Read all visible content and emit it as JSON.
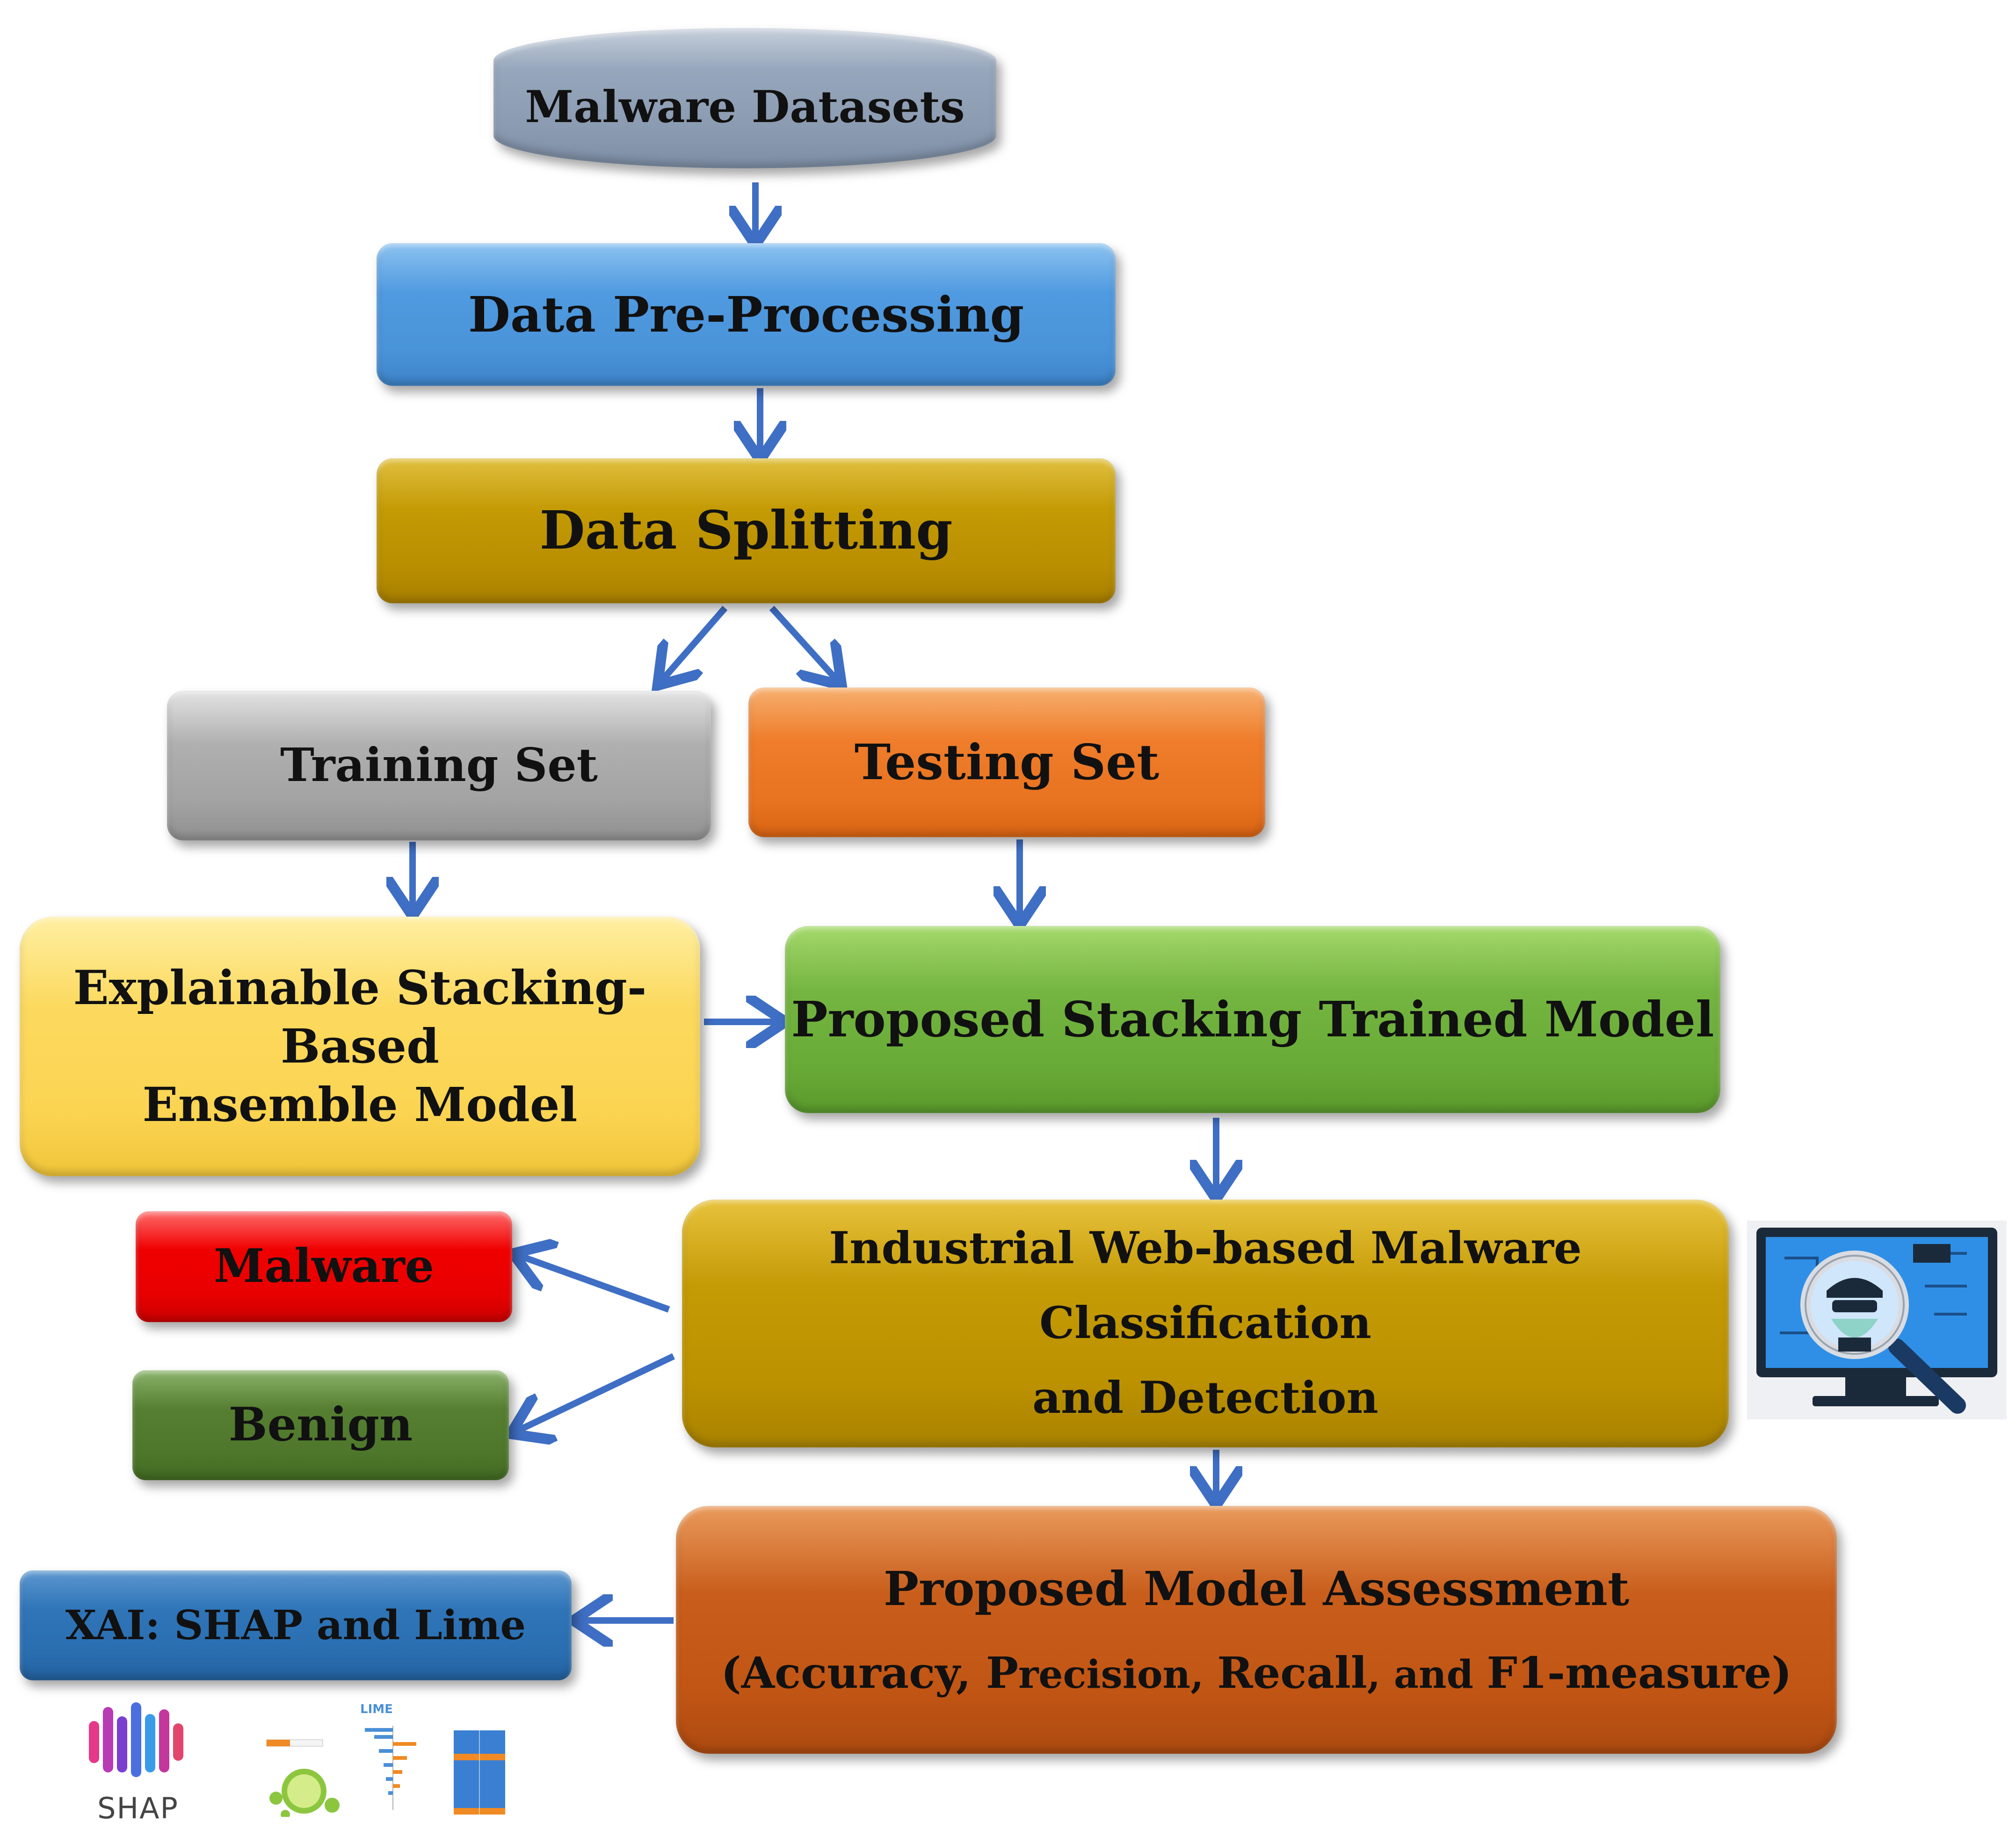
{
  "nodes": {
    "datasets": "Malware Datasets",
    "preprocessing": "Data Pre-Processing",
    "splitting": "Data Splitting",
    "training": "Training Set",
    "testing": "Testing Set",
    "ensemble_line1": "Explainable Stacking-Based",
    "ensemble_line2": "Ensemble Model",
    "stacking": "Proposed Stacking Trained Model",
    "detection_line1": "Industrial Web-based Malware Classification",
    "detection_line2": "and Detection",
    "malware": "Malware",
    "benign": "Benign",
    "assessment_title": "Proposed Model Assessment",
    "assessment_sub": {
      "open": "(",
      "accuracy": "Accuracy, ",
      "p": "P",
      "recision": "recision, ",
      "recall": "Recall",
      "and": ", and ",
      "f1": "F1-measure",
      "close": ")"
    },
    "xai": "XAI: SHAP and Lime"
  },
  "logos": {
    "shap_label": "SHAP",
    "lime_title": "LIME"
  },
  "icons": [
    "shap-logo-icon",
    "lime-explanation-thumbnail",
    "detective-monitor-icon",
    "arrow-down-icon"
  ],
  "colors": {
    "arrow": "#3f6fc4",
    "datasets": "#8b9bb1",
    "preprocessing": "#4a93d9",
    "splitting": "#b98e00",
    "training": "#a2a2a2",
    "testing": "#e87320",
    "ensemble": "#fbd452",
    "stacking": "#69ab37",
    "detection": "#bb9100",
    "malware": "#e80000",
    "benign": "#4e772b",
    "assessment": "#c15514",
    "xai": "#2a6eb0"
  }
}
